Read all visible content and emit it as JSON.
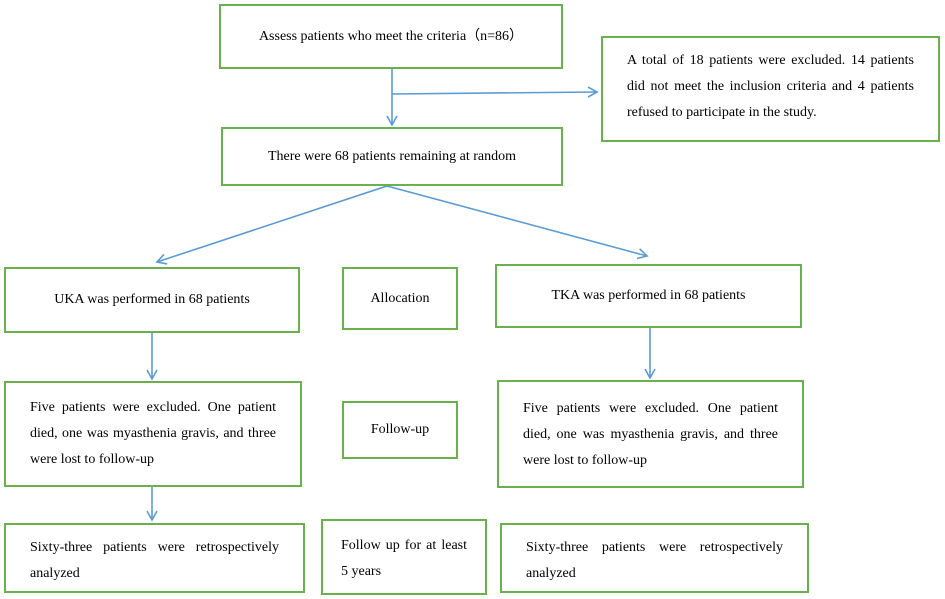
{
  "boxes": {
    "assess": "Assess patients who meet the criteria（n=86）",
    "excluded": "A total of 18 patients were excluded. 14 patients did not meet the inclusion criteria and 4 patients refused to participate in the study.",
    "remaining": "There were 68 patients remaining at random",
    "uka": "UKA was performed in 68 patients",
    "allocation": "Allocation",
    "tka": "TKA was performed in 68 patients",
    "uka_excluded": "Five patients were excluded. One patient died, one was myasthenia gravis, and three were lost to follow-up",
    "followup": "Follow-up",
    "tka_excluded": "Five patients were excluded. One patient died, one was myasthenia gravis, and three were lost to follow-up",
    "uka_analyzed": "Sixty-three patients were retrospectively analyzed",
    "followup_years": "Follow up for at least 5 years",
    "tka_analyzed": "Sixty-three patients were retrospectively analyzed"
  },
  "colors": {
    "box_border": "#6ab04c",
    "arrow": "#5b9bd5"
  }
}
